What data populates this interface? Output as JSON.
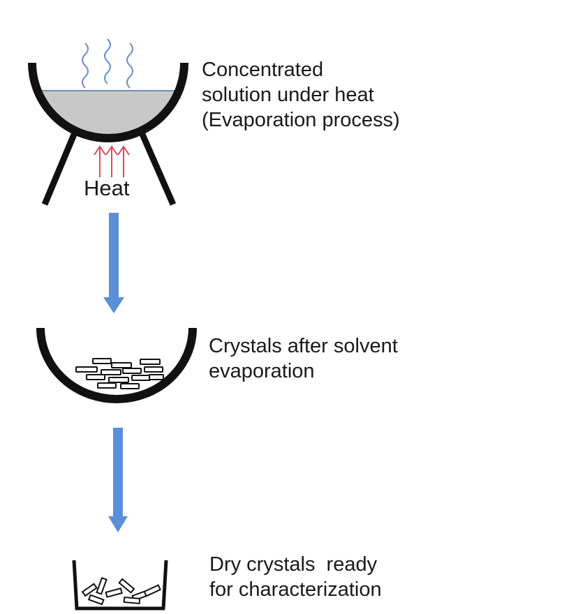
{
  "steps": [
    {
      "lines": [
        "Concentrated",
        "solution under heat",
        "(Evaporation process)"
      ]
    },
    {
      "lines": [
        "Crystals after solvent",
        "evaporation"
      ]
    },
    {
      "lines": [
        "Dry crystals  ready",
        "for characterization"
      ]
    }
  ],
  "heat_label": "Heat",
  "colors": {
    "vessel": "#111111",
    "solution": "#c8c8c8",
    "solution_surface": "#6e8fb8",
    "vapor": "#6a8fc8",
    "heat_arrows": "#e0475e",
    "flow_arrows": "#5b8fd6"
  }
}
